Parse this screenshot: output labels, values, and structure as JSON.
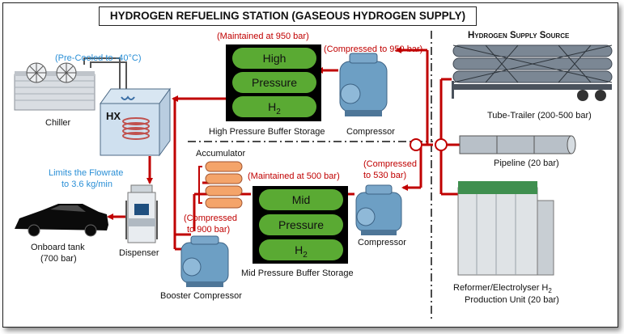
{
  "title": "HYDROGEN REFUELING STATION (GASEOUS HYDROGEN SUPPLY)",
  "supply_source_title": "Hydrogen Supply Source",
  "labels": {
    "pre_cooled": "(Pre-Cooled to -40°C)",
    "hx": "HX",
    "chiller": "Chiller",
    "limits_1": "Limits the Flowrate",
    "limits_2": "to 3.6 kg/min",
    "onboard_1": "Onboard tank",
    "onboard_2": "(700 bar)",
    "dispenser": "Dispenser",
    "accumulator": "Accumulator",
    "maintained_950": "(Maintained at 950 bar)",
    "maintained_500": "(Maintained at 500 bar)",
    "compressed_950": "(Compressed to 950 bar)",
    "compressed_530_1": "(Compressed",
    "compressed_530_2": "to 530 bar)",
    "compressed_900_1": "(Compressed",
    "compressed_900_2": "to 900 bar)",
    "high_storage": "High Pressure Buffer Storage",
    "mid_storage": "Mid Pressure Buffer Storage",
    "compressor_top": "Compressor",
    "compressor_mid": "Compressor",
    "booster": "Booster Compressor",
    "tube_trailer": "Tube-Trailer (200-500 bar)",
    "pipeline": "Pipeline (20 bar)",
    "reformer_1": "Reformer/Electrolyser H",
    "reformer_sub": "2",
    "reformer_2": "Production Unit (20 bar)"
  },
  "high_storage_pills": [
    "High",
    "Pressure",
    "H",
    "2"
  ],
  "mid_storage_pills": [
    "Mid",
    "Pressure",
    "H",
    "2"
  ],
  "colors": {
    "flow": "#c00000",
    "storage_pill": "#5aaa33",
    "note": "#2a8fd6"
  }
}
